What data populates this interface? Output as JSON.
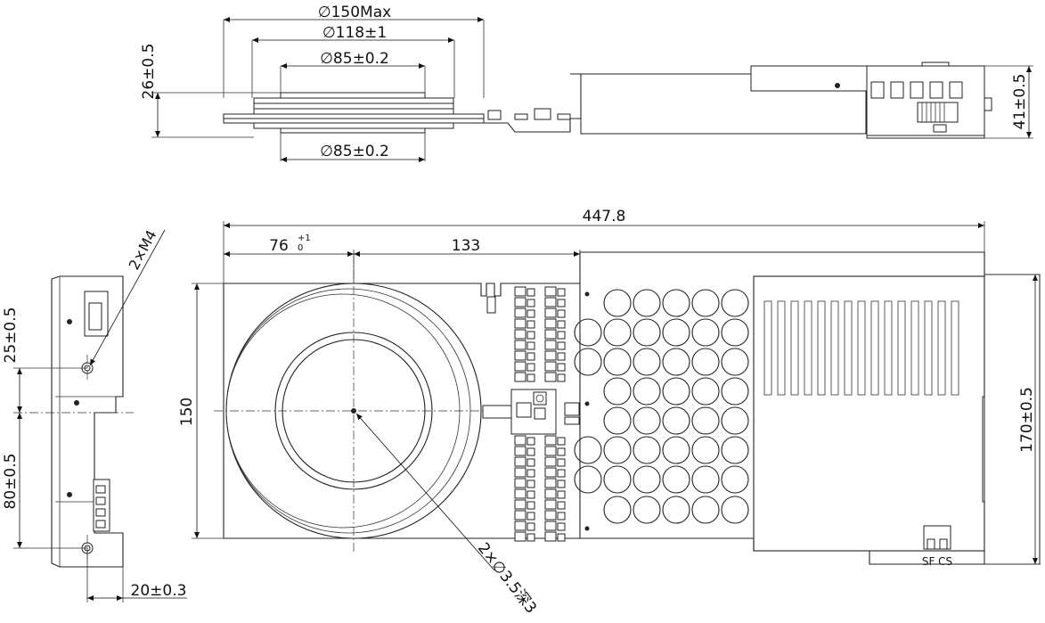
{
  "side_view": {
    "dim_top_outer": "∅150Max",
    "dim_top_mid": "∅118±1",
    "dim_top_inner": "∅85±0.2",
    "dim_bottom": "∅85±0.2",
    "dim_height_left": "26±0.5",
    "dim_height_right": "41±0.5"
  },
  "front_view": {
    "dim_total_length": "447.8",
    "dim_offset": "76",
    "dim_offset_tol_upper": "+1",
    "dim_offset_tol_lower": "0",
    "dim_133": "133",
    "dim_150": "150",
    "dim_170": "170±0.5",
    "hole_callout": "2×∅3.5深3",
    "label_sf_cs": "SF CS"
  },
  "end_view": {
    "thread_callout": "2×M4",
    "dim_25": "25±0.5",
    "dim_80": "80±0.5",
    "dim_20": "20±0.3"
  }
}
